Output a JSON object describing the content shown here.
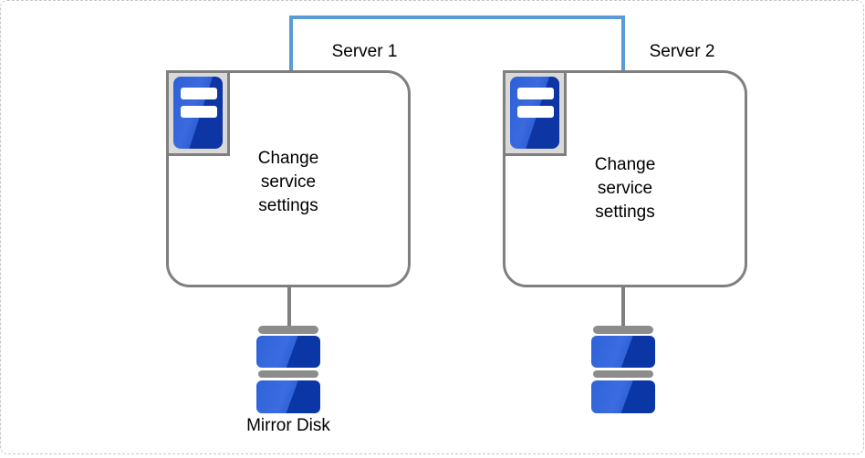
{
  "servers": [
    {
      "name": "Server 1",
      "action_lines": [
        "Change",
        "service",
        "settings"
      ]
    },
    {
      "name": "Server 2",
      "action_lines": [
        "Change",
        "service",
        "settings"
      ]
    }
  ],
  "storage": {
    "mirror_disk_label": "Mirror Disk"
  },
  "icons": {
    "server_icon": "server-tower-icon",
    "disk_icon": "disk-stack-icon"
  },
  "colors": {
    "connection_blue": "#5B9BD5",
    "outline_gray": "#7F7F7F",
    "icon_frame_gray": "#D9D9D9",
    "server_blue_light": "#2E5FD4",
    "server_blue_dark": "#0D35A4",
    "disk_blue_light": "#2F62D8",
    "disk_blue_dark": "#0A36A6",
    "disk_bar_gray": "#8C8C8C"
  }
}
